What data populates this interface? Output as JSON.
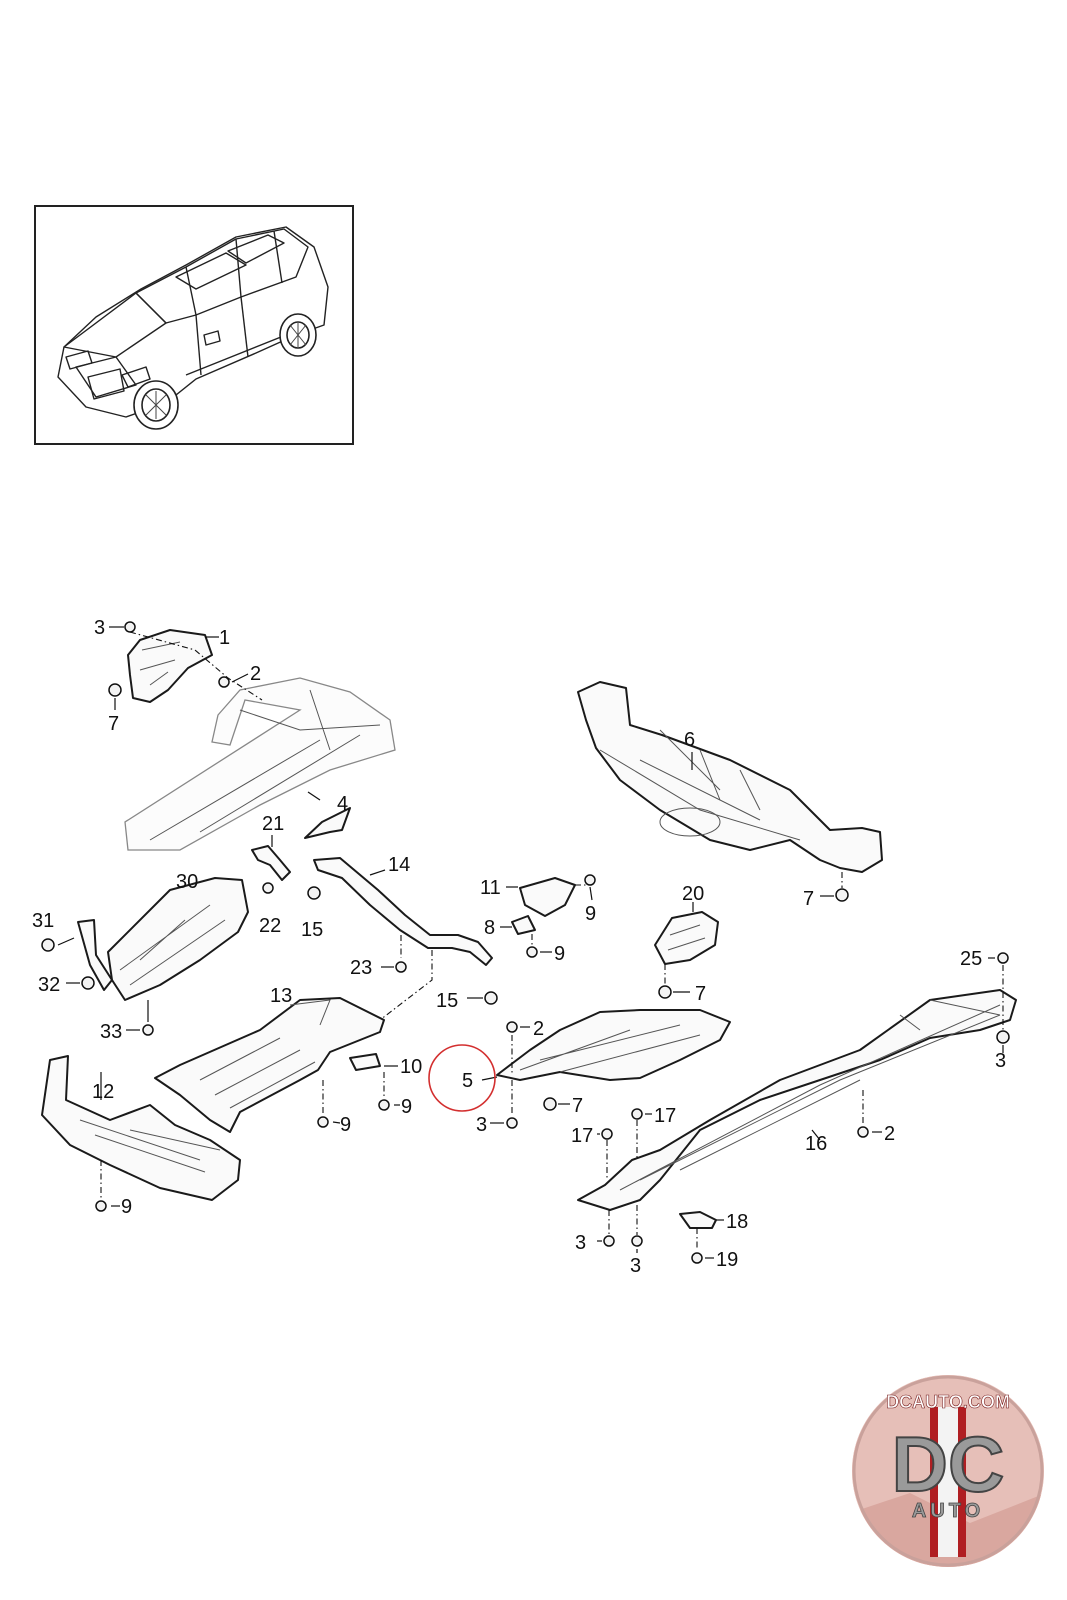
{
  "callouts": {
    "c1": "1",
    "c2a": "2",
    "c3a": "3",
    "c7a": "7",
    "c4": "4",
    "c21": "21",
    "c22": "22",
    "c30": "30",
    "c31": "31",
    "c32": "32",
    "c33": "33",
    "c14": "14",
    "c15a": "15",
    "c23": "23",
    "c15b": "15",
    "c13": "13",
    "c10": "10",
    "c9a": "9",
    "c9b": "9",
    "c12": "12",
    "c9c": "9",
    "c11": "11",
    "c9d": "9",
    "c8": "8",
    "c9e": "9",
    "c6": "6",
    "c7b": "7",
    "c20": "20",
    "c7c": "7",
    "c25": "25",
    "c3b": "3",
    "c2b": "2",
    "c5": "5",
    "c7d": "7",
    "c3c": "3",
    "c17a": "17",
    "c17b": "17",
    "c16": "16",
    "c2c": "2",
    "c18": "18",
    "c3d": "3",
    "c3e": "3",
    "c19": "19"
  },
  "highlight": {
    "part": "5",
    "color": "#d32f2f"
  },
  "logo": {
    "url_text": "DCAUTO.COM",
    "letters": "DC",
    "subtext": "AUTO",
    "colors": {
      "ring": "#c9a19b",
      "band": "#b01e22",
      "body": "#e8c4bd"
    }
  }
}
